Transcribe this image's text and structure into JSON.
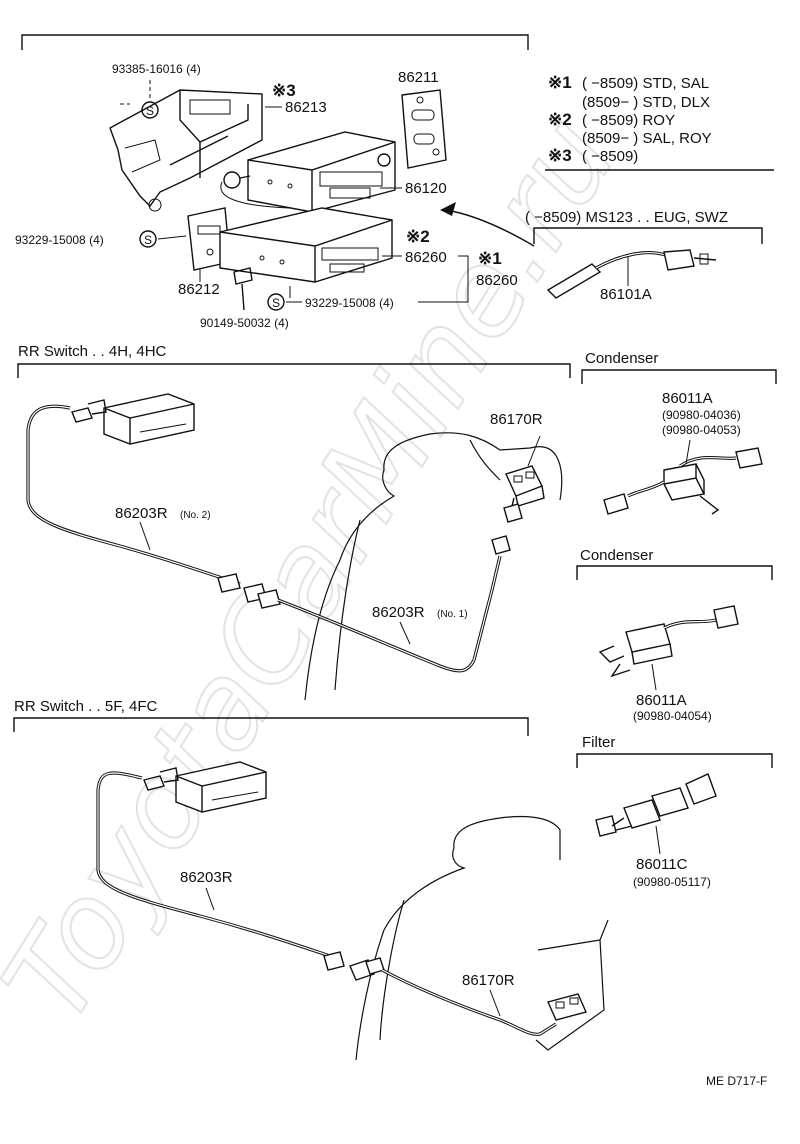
{
  "watermark": "ToyotaCarMine.ru",
  "footer_code": "ME  D717-F",
  "notes": {
    "n1a": {
      "mark": "※1",
      "text": "(      −8509) STD, SAL"
    },
    "n1b": {
      "text": "(8509−        ) STD, DLX"
    },
    "n2a": {
      "mark": "※2",
      "text": "(      −8509) ROY"
    },
    "n2b": {
      "text": "(8509−        ) SAL, ROY"
    },
    "n3a": {
      "mark": "※3",
      "text": "(      −8509)"
    }
  },
  "antenna_note": "(      −8509) MS123 . . EUG, SWZ",
  "labels": {
    "p93385": "93385-16016 (4)",
    "p86213": "86213",
    "p86211": "86211",
    "p86120": "86120",
    "p93229_left": "93229-15008 (4)",
    "p86212": "86212",
    "p86260_a": "86260",
    "p86260_b": "86260",
    "p93229_bottom": "93229-15008 (4)",
    "p90149": "90149-50032 (4)",
    "p86101A": "86101A",
    "mark3": "※3",
    "mark2": "※2",
    "mark1": "※1",
    "s_symbol": "S"
  },
  "sections": {
    "rr4h": "RR Switch . . 4H, 4HC",
    "condenser1": "Condenser",
    "condenser2": "Condenser",
    "rr5f": "RR Switch . . 5F, 4FC",
    "filter": "Filter"
  },
  "rr4h_labels": {
    "p86170R": "86170R",
    "p86203R_no2": "86203R",
    "no2": "(No. 2)",
    "p86203R_no1": "86203R",
    "no1": "(No. 1)"
  },
  "condenser1_labels": {
    "part": "86011A",
    "alt1": "(90980-04036)",
    "alt2": "(90980-04053)"
  },
  "condenser2_labels": {
    "part": "86011A",
    "alt1": "(90980-04054)"
  },
  "filter_labels": {
    "part": "86011C",
    "alt1": "(90980-05117)"
  },
  "rr5f_labels": {
    "p86203R": "86203R",
    "p86170R": "86170R"
  }
}
